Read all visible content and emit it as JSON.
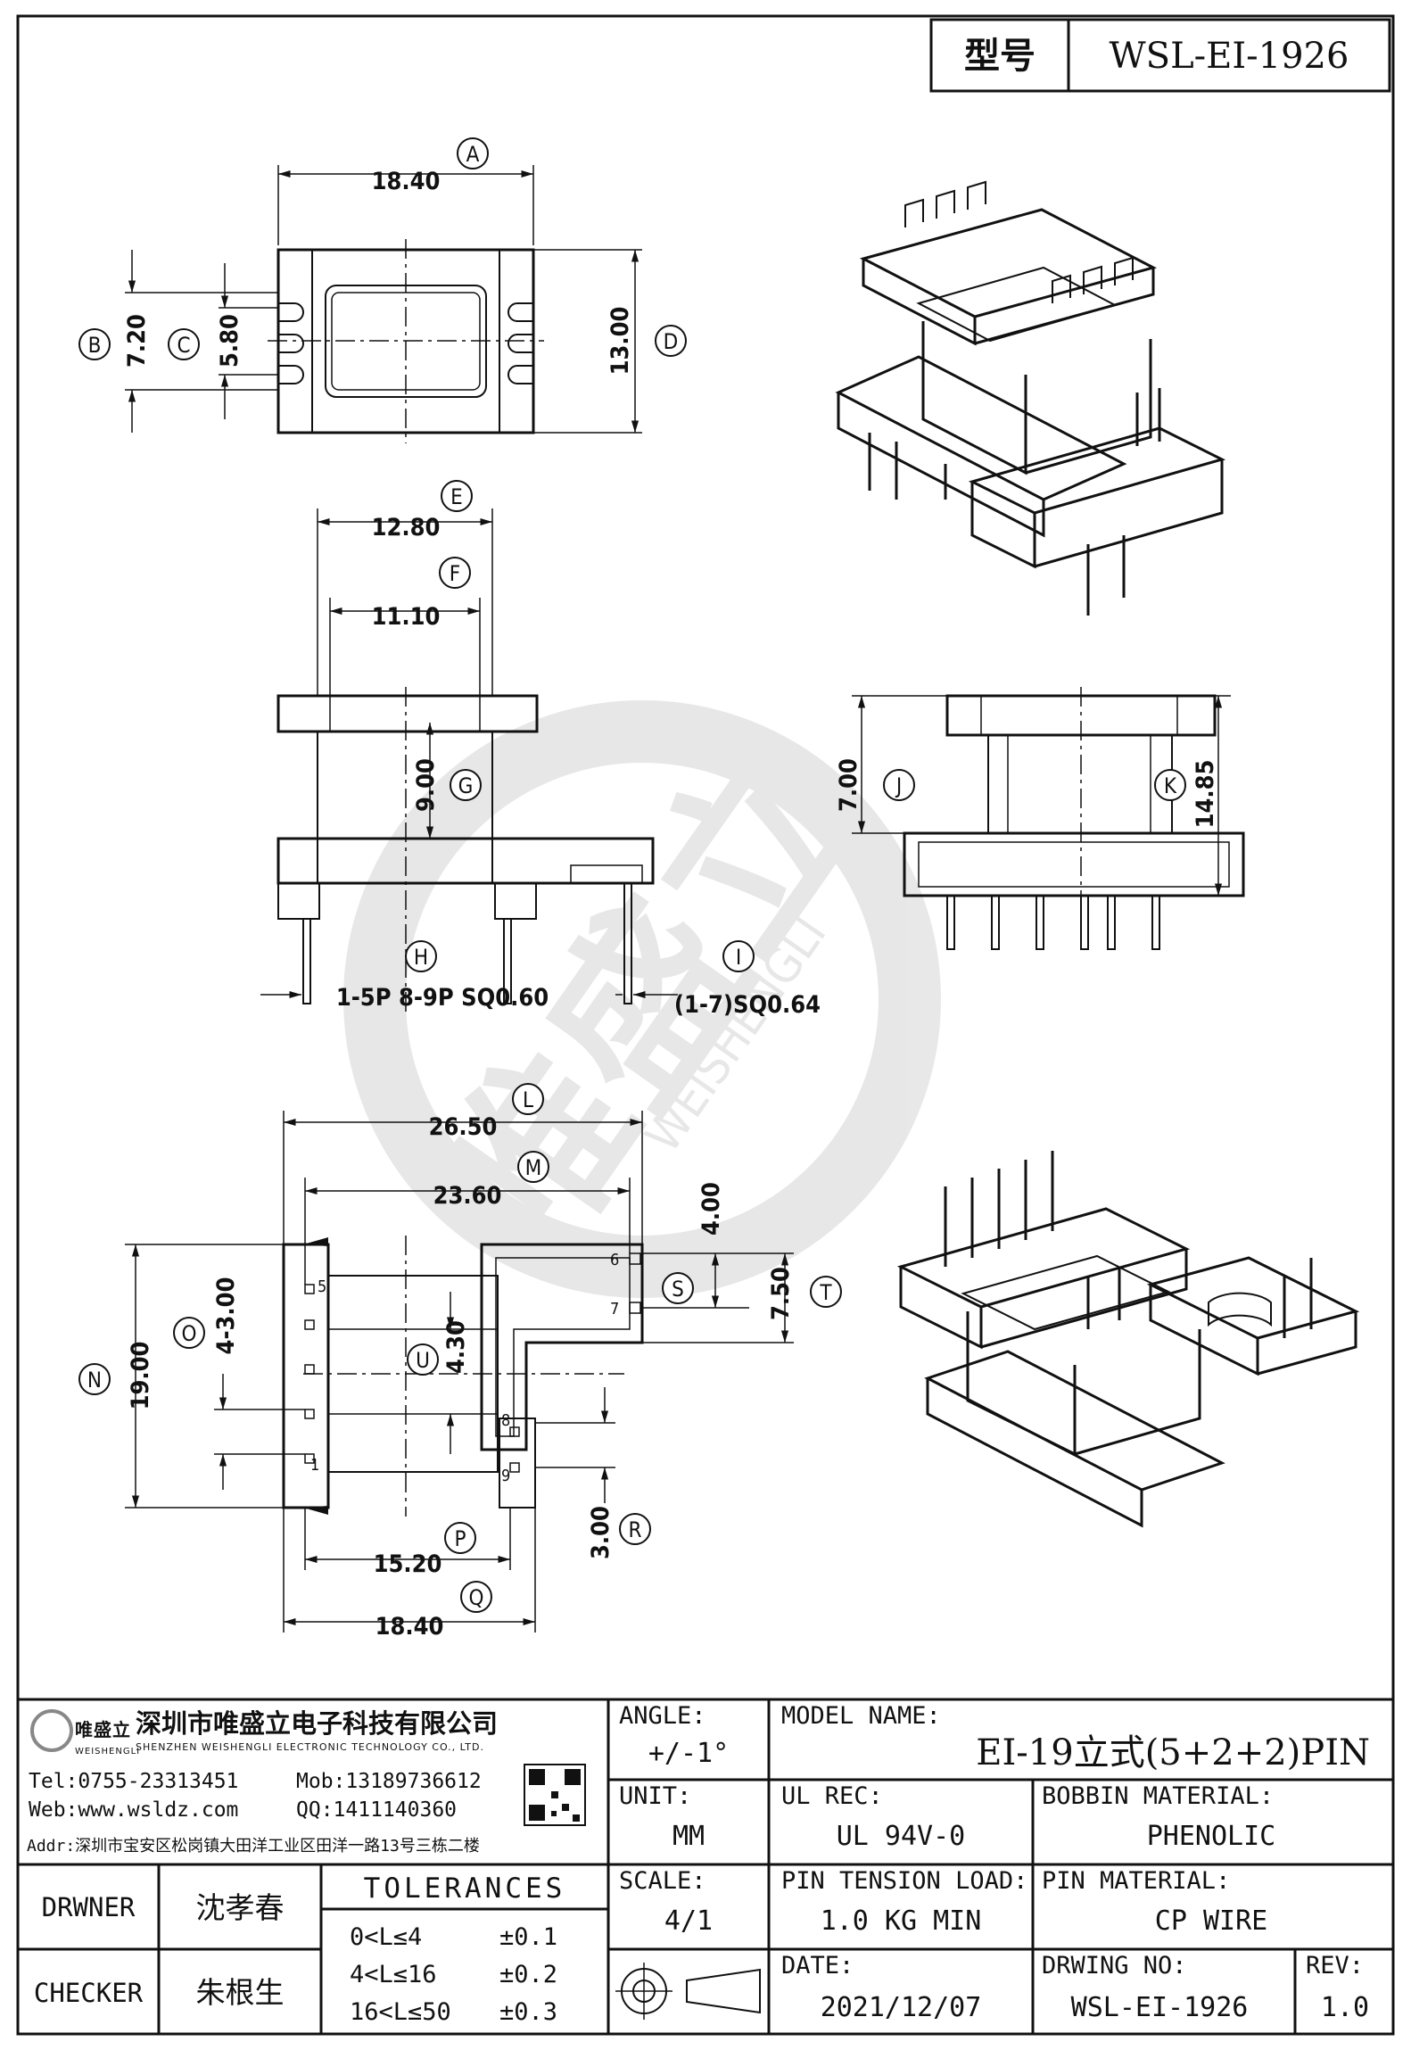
{
  "header": {
    "type_label": "型号",
    "type_value": "WSL-EI-1926"
  },
  "watermark": {
    "brand": "唯盛立",
    "latin": "WEISHENGLI"
  },
  "drawing": {
    "top_view": {
      "dims": [
        {
          "id": "A",
          "value": "18.40"
        },
        {
          "id": "B",
          "value": "7.20"
        },
        {
          "id": "C",
          "value": "5.80"
        },
        {
          "id": "D",
          "value": "13.00"
        }
      ]
    },
    "front_view": {
      "dims": [
        {
          "id": "E",
          "value": "12.80"
        },
        {
          "id": "F",
          "value": "11.10"
        },
        {
          "id": "G",
          "value": "9.00"
        },
        {
          "id": "H",
          "value": "1-5P 8-9P SQ0.60"
        },
        {
          "id": "I",
          "value": "(1-7)SQ0.64"
        }
      ]
    },
    "side_view": {
      "dims": [
        {
          "id": "J",
          "value": "7.00"
        },
        {
          "id": "K",
          "value": "14.85"
        }
      ]
    },
    "bottom_view": {
      "dims": [
        {
          "id": "L",
          "value": "26.50"
        },
        {
          "id": "M",
          "value": "23.60"
        },
        {
          "id": "N",
          "value": "19.00"
        },
        {
          "id": "O",
          "value": "4-3.00"
        },
        {
          "id": "U",
          "value": "4.30"
        },
        {
          "id": "S",
          "value": "4.00"
        },
        {
          "id": "T",
          "value": "7.50"
        },
        {
          "id": "R",
          "value": "3.00"
        },
        {
          "id": "P",
          "value": "15.20"
        },
        {
          "id": "Q",
          "value": "18.40"
        }
      ],
      "pins": [
        "1",
        "5",
        "6",
        "7",
        "8",
        "9"
      ]
    }
  },
  "company": {
    "logo_text": "唯盛立",
    "logo_sub": "WEISHENGLI",
    "name_cn": "深圳市唯盛立电子科技有限公司",
    "name_en": "SHENZHEN WEISHENGLI ELECTRONIC TECHNOLOGY CO., LTD.",
    "tel": "Tel:0755-23313451",
    "mob": "Mob:13189736612",
    "web": "Web:www.wsldz.com",
    "qq": "QQ:1411140360",
    "addr": "Addr:深圳市宝安区松岗镇大田洋工业区田洋一路13号三栋二楼"
  },
  "title_block": {
    "angle_label": "ANGLE:",
    "angle_value": "+/-1°",
    "model_label": "MODEL NAME:",
    "model_value": "EI-19立式(5+2+2)PIN",
    "unit_label": "UNIT:",
    "unit_value": "MM",
    "ul_label": "UL REC:",
    "ul_value": "UL 94V-0",
    "bobbin_label": "BOBBIN MATERIAL:",
    "bobbin_value": "PHENOLIC",
    "scale_label": "SCALE:",
    "scale_value": "4/1",
    "tension_label": "PIN TENSION LOAD:",
    "tension_value": "1.0 KG MIN",
    "pinmat_label": "PIN MATERIAL:",
    "pinmat_value": "CP WIRE",
    "date_label": "DATE:",
    "date_value": "2021/12/07",
    "dwgno_label": "DRWING NO:",
    "dwgno_value": "WSL-EI-1926",
    "rev_label": "REV:",
    "rev_value": "1.0",
    "drawer_label": "DRWNER",
    "drawer_value": "沈孝春",
    "checker_label": "CHECKER",
    "checker_value": "朱根生",
    "tolerances_label": "TOLERANCES",
    "tolerances": [
      {
        "range": "0<L≤4",
        "tol": "±0.1"
      },
      {
        "range": "4<L≤16",
        "tol": "±0.2"
      },
      {
        "range": "16<L≤50",
        "tol": "±0.3"
      }
    ]
  }
}
